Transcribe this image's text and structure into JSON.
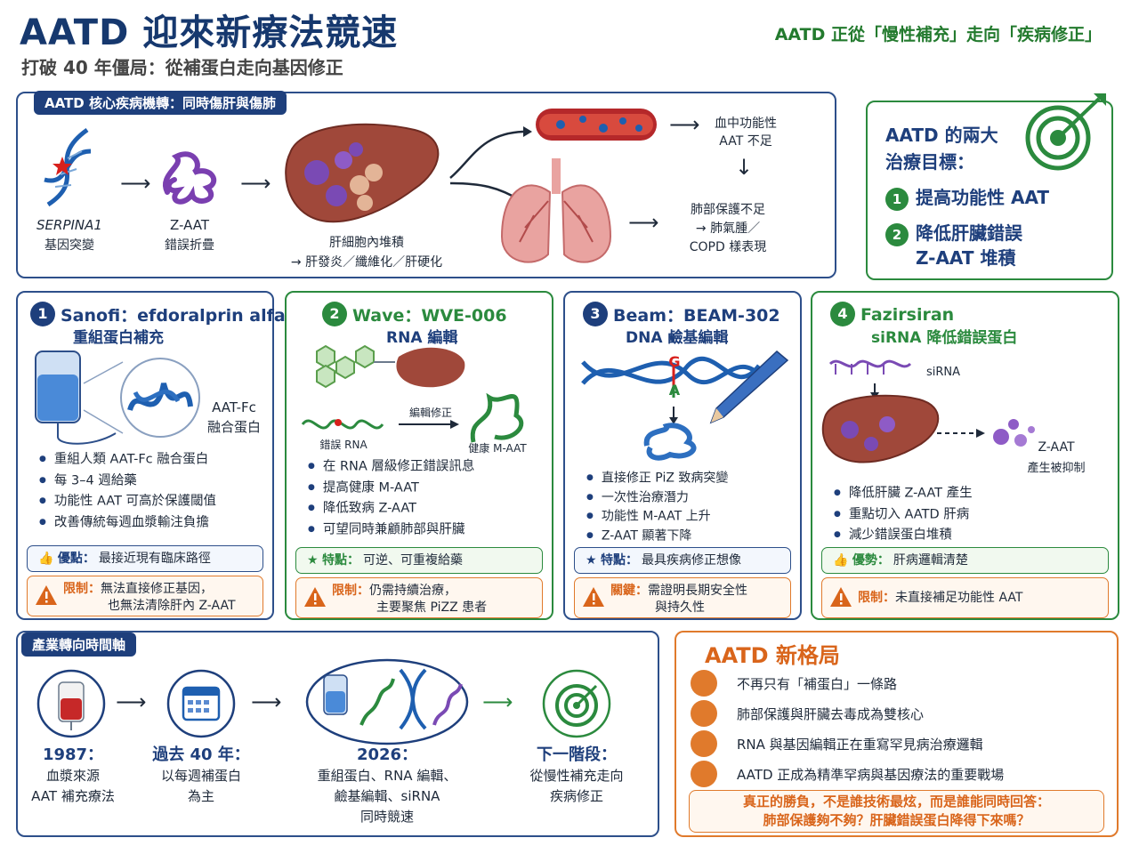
{
  "header": {
    "title": "AATD 迎來新療法競速",
    "subtitle": "打破 40 年僵局：從補蛋白走向基因修正",
    "right_slogan": "AATD 正從「慢性補充」走向「疾病修正」"
  },
  "mechanism": {
    "tag": "AATD 核心疾病機轉：同時傷肝與傷肺",
    "gene_label": "SERPINA1",
    "gene_label2": "基因突變",
    "zaat_label": "Z-AAT",
    "zaat_label2": "錯誤折疊",
    "liver_label": "肝細胞內堆積",
    "liver_label2": "→ 肝發炎／纖維化／肝硬化",
    "blood_label": "血中功能性",
    "blood_label2": "AAT 不足",
    "lung_label": "肺部保護不足",
    "lung_label2": "→ 肺氣腫／",
    "lung_label3": "COPD 樣表現"
  },
  "goals": {
    "title1": "AATD 的兩大",
    "title2": "治療目標：",
    "items": [
      {
        "num": "1",
        "text": "提高功能性 AAT"
      },
      {
        "num": "2",
        "text": "降低肝臟錯誤",
        "text2": "Z-AAT 堆積"
      }
    ]
  },
  "cards": [
    {
      "num": "1",
      "title": "Sanofi：efdoralprin alfa",
      "subtitle": "重組蛋白補充",
      "img_label1": "AAT-Fc",
      "img_label2": "融合蛋白",
      "bullets": [
        "重組人類 AAT-Fc 融合蛋白",
        "每 3–4 週給藥",
        "功能性 AAT 可高於保護閾值",
        "改善傳統每週血漿輸注負擔"
      ],
      "pill_key": "優點：",
      "pill_text": "最接近現有臨床路徑",
      "warn_key": "限制：",
      "warn_text1": "無法直接修正基因，",
      "warn_text2": "也無法清除肝內 Z-AAT"
    },
    {
      "num": "2",
      "title": "Wave：WVE-006",
      "subtitle": "RNA 編輯",
      "img_label1": "編輯修正",
      "img_label2": "錯誤 RNA",
      "img_label3": "健康 M-AAT",
      "bullets": [
        "在 RNA 層級修正錯誤訊息",
        "提高健康 M-AAT",
        "降低致病 Z-AAT",
        "可望同時兼顧肺部與肝臟"
      ],
      "pill_key": "特點：",
      "pill_text": "可逆、可重複給藥",
      "warn_key": "限制：",
      "warn_text1": "仍需持續治療，",
      "warn_text2": "主要聚焦 PiZZ 患者"
    },
    {
      "num": "3",
      "title": "Beam：BEAM-302",
      "subtitle": "DNA 鹼基編輯",
      "img_label1": "G",
      "img_label2": "A",
      "bullets": [
        "直接修正 PiZ 致病突變",
        "一次性治療潛力",
        "功能性 M-AAT 上升",
        "Z-AAT 顯著下降"
      ],
      "pill_key": "特點：",
      "pill_text": "最具疾病修正想像",
      "warn_key": "關鍵：",
      "warn_text1": "需證明長期安全性",
      "warn_text2": "與持久性"
    },
    {
      "num": "4",
      "title": "Fazirsiran",
      "subtitle": "siRNA 降低錯誤蛋白",
      "img_label1": "siRNA",
      "img_label2": "Z-AAT",
      "img_label3": "產生被抑制",
      "bullets": [
        "降低肝臟 Z-AAT 產生",
        "重點切入 AATD 肝病",
        "減少錯誤蛋白堆積"
      ],
      "pill_key": "優勢：",
      "pill_text": "肝病邏輯清楚",
      "warn_key": "限制：",
      "warn_text1": "未直接補足功能性 AAT",
      "warn_text2": ""
    }
  ],
  "timeline": {
    "tag": "產業轉向時間軸",
    "steps": [
      {
        "head": "1987：",
        "l1": "血漿來源",
        "l2": "AAT 補充療法",
        "l3": ""
      },
      {
        "head": "過去 40 年：",
        "l1": "以每週補蛋白",
        "l2": "為主",
        "l3": ""
      },
      {
        "head": "2026：",
        "l1": "重組蛋白、RNA 編輯、",
        "l2": "鹼基編輯、siRNA",
        "l3": "同時競速"
      },
      {
        "head": "下一階段：",
        "l1": "從慢性補充走向",
        "l2": "疾病修正",
        "l3": ""
      }
    ]
  },
  "new_landscape": {
    "title": "AATD 新格局",
    "items": [
      "不再只有「補蛋白」一條路",
      "肺部保護與肝臟去毒成為雙核心",
      "RNA 與基因編輯正在重寫罕見病治療邏輯",
      "AATD 正成為精準罕病與基因療法的重要戰場"
    ],
    "final1": "真正的勝負，不是誰技術最炫，而是誰能同時回答：",
    "final2": "肺部保護夠不夠？肝臟錯誤蛋白降得下來嗎？"
  },
  "colors": {
    "navy": "#1e3f7c",
    "green": "#2b8a3e",
    "orange": "#e07a2c",
    "liver": "#a0483a",
    "lung": "#e9a3a0"
  }
}
